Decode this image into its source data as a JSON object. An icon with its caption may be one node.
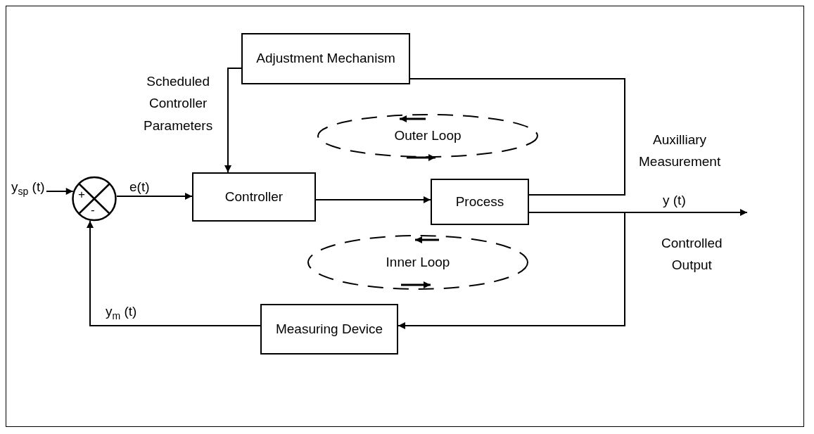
{
  "diagram": {
    "nodes": [
      {
        "text": [
          "Adjustment Mechanism"
        ]
      },
      {
        "text": [
          "+",
          "-"
        ]
      },
      {
        "text": [
          "Controller"
        ]
      },
      {
        "text": [
          "Process"
        ]
      },
      {
        "text": [
          "Measuring Device"
        ]
      },
      {
        "text": [
          "Outer Loop"
        ]
      },
      {
        "text": [
          "Inner Loop"
        ]
      }
    ],
    "edges": [
      {
        "from": null,
        "to": 1,
        "arrow": "to",
        "label": "y$_{sp}$ (t)"
      },
      {
        "from": 1,
        "to": 2,
        "arrow": "to",
        "label": "e(t)"
      },
      {
        "from": 2,
        "to": 3,
        "arrow": "to"
      },
      {
        "from": 3,
        "to": null,
        "arrow": "to",
        "label": "y (t)"
      },
      {
        "from": 3,
        "to": 0,
        "arrow": "none"
      },
      {
        "from": 0,
        "to": 2,
        "arrow": "to"
      },
      {
        "from": 3,
        "to": 4,
        "arrow": "to"
      },
      {
        "from": 4,
        "to": 1,
        "arrow": "to",
        "label": "y$_{m}$ (t)"
      }
    ],
    "labels": [
      "Scheduled Controller Parameters",
      "Auxilliary Measurement",
      "Controlled Output"
    ]
  }
}
